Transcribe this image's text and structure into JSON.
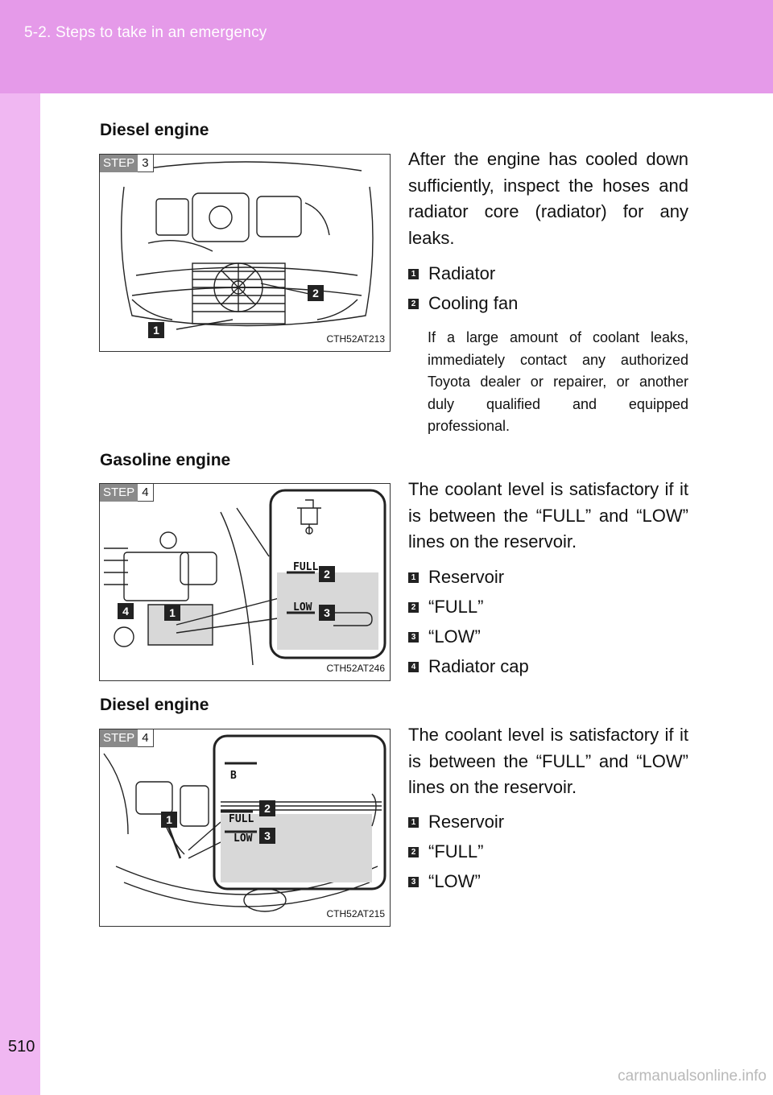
{
  "header": {
    "title": "5-2. Steps to take in an emergency"
  },
  "page_number": "510",
  "watermark": "carmanualsonline.info",
  "sections": [
    {
      "heading": "Diesel engine",
      "step_word": "STEP",
      "step_num": "3",
      "figure_code": "CTH52AT213",
      "text": "After the engine has cooled down sufficiently, inspect the hoses and radiator core (radiator) for any leaks.",
      "legend": [
        {
          "num": "1",
          "label": "Radiator"
        },
        {
          "num": "2",
          "label": "Cooling fan"
        }
      ],
      "note": "If a large amount of coolant leaks, immediately contact any authorized Toyota dealer or repairer, or another duly qualified and equipped professional."
    },
    {
      "heading": "Gasoline engine",
      "step_word": "STEP",
      "step_num": "4",
      "figure_code": "CTH52AT246",
      "gauge_full": "FULL",
      "gauge_low": "LOW",
      "text": "The coolant level is satisfactory if it is between the “FULL” and “LOW” lines on the reservoir.",
      "legend": [
        {
          "num": "1",
          "label": "Reservoir"
        },
        {
          "num": "2",
          "label": "“FULL”"
        },
        {
          "num": "3",
          "label": "“LOW”"
        },
        {
          "num": "4",
          "label": "Radiator cap"
        }
      ]
    },
    {
      "heading": "Diesel engine",
      "step_word": "STEP",
      "step_num": "4",
      "figure_code": "CTH52AT215",
      "gauge_b": "B",
      "gauge_full": "FULL",
      "gauge_low": "LOW",
      "text": "The coolant level is satisfactory if it is between the “FULL” and “LOW” lines on the reservoir.",
      "legend": [
        {
          "num": "1",
          "label": "Reservoir"
        },
        {
          "num": "2",
          "label": "“FULL”"
        },
        {
          "num": "3",
          "label": "“LOW”"
        }
      ]
    }
  ]
}
